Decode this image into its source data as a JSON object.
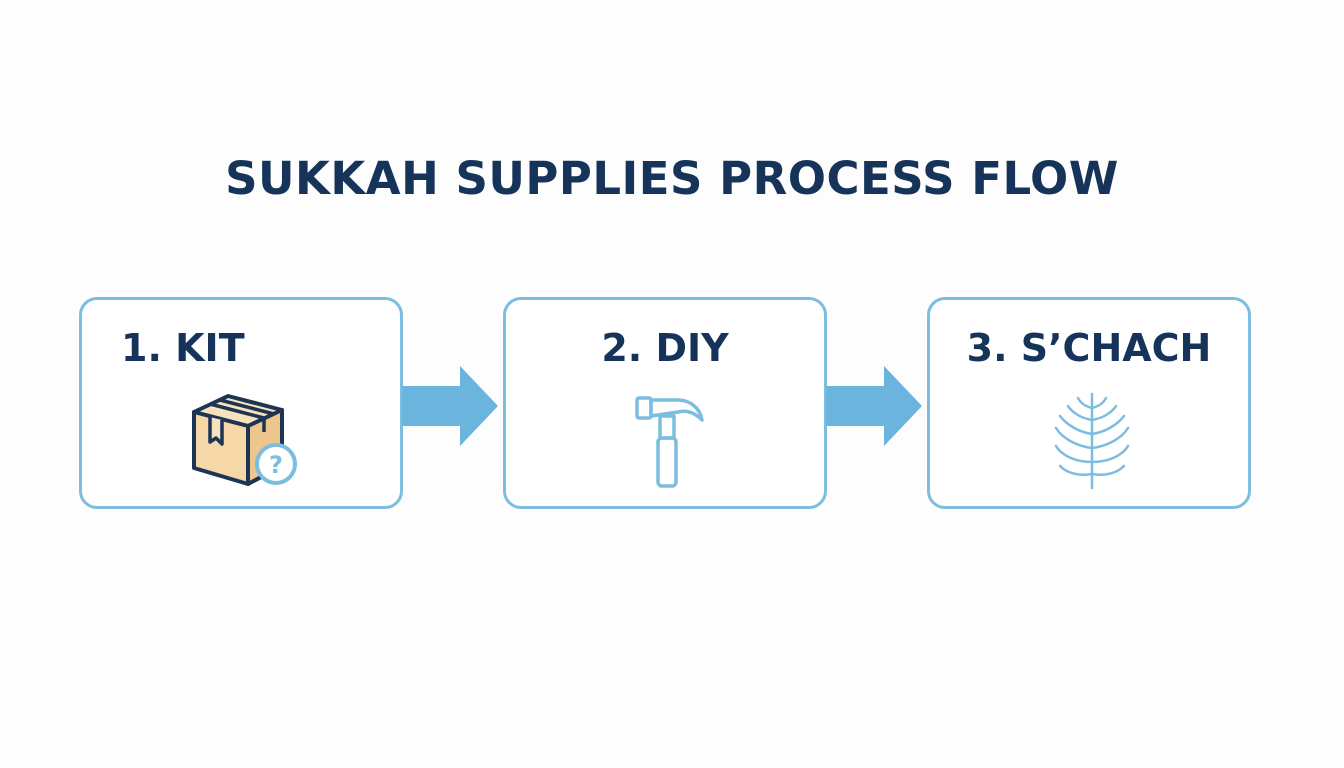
{
  "title": "SUKKAH SUPPLIES PROCESS FLOW",
  "steps": [
    {
      "label": "1. KIT",
      "icon": "box-question-icon"
    },
    {
      "label": "2. DIY",
      "icon": "hammer-icon"
    },
    {
      "label": "3. S’CHACH",
      "icon": "palm-leaf-icon"
    }
  ],
  "colors": {
    "title": "#16345a",
    "step_border": "#7dbde0",
    "arrow": "#6ab4dd",
    "box_fill": "#f6d7a8",
    "icon_stroke": "#7dbde0"
  }
}
